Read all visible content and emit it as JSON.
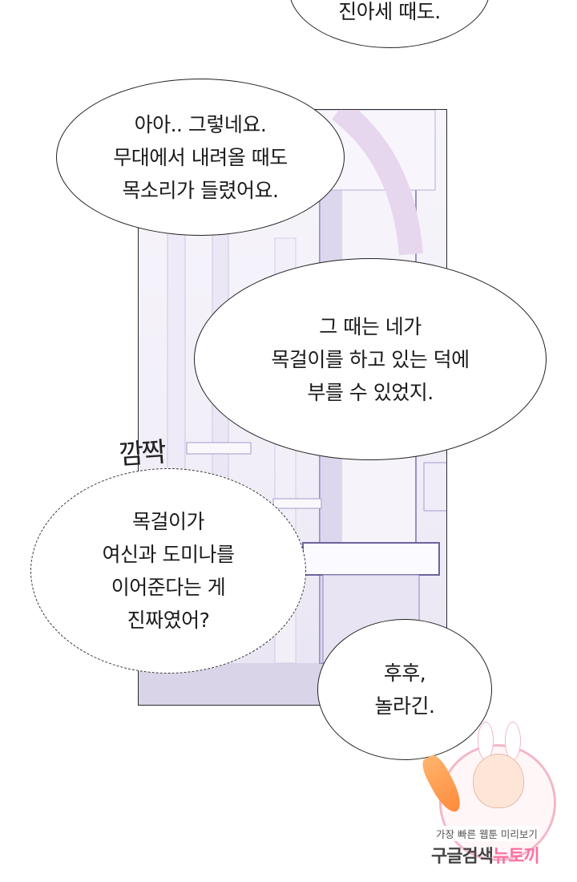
{
  "bubbles": {
    "top_cut": {
      "lines": [
        "진아세 때도."
      ]
    },
    "b1": {
      "lines": [
        "아아.. 그렇네요.",
        "무대에서 내려올 때도",
        "목소리가 들렸어요."
      ]
    },
    "b2": {
      "lines": [
        "그 때는 네가",
        "목걸이를 하고 있는 덕에",
        "부를 수 있었지."
      ]
    },
    "b3": {
      "lines": [
        "목걸이가",
        "여신과 도미나를",
        "이어준다는 게",
        "진짜였어?"
      ]
    },
    "b4": {
      "lines": [
        "후후,",
        "놀라긴."
      ]
    }
  },
  "sfx": {
    "text": "깜짝"
  },
  "watermark": {
    "line1": "가장 빠른 웹툰 미리보기",
    "line2_main": "구글검색",
    "line2_accent": "뉴토끼"
  },
  "colors": {
    "ink": "#1a1a1a",
    "scene_bg": "#f1eef8",
    "pillar_shadow": "#b8aed6",
    "watermark_pink": "#ff6fa2"
  }
}
